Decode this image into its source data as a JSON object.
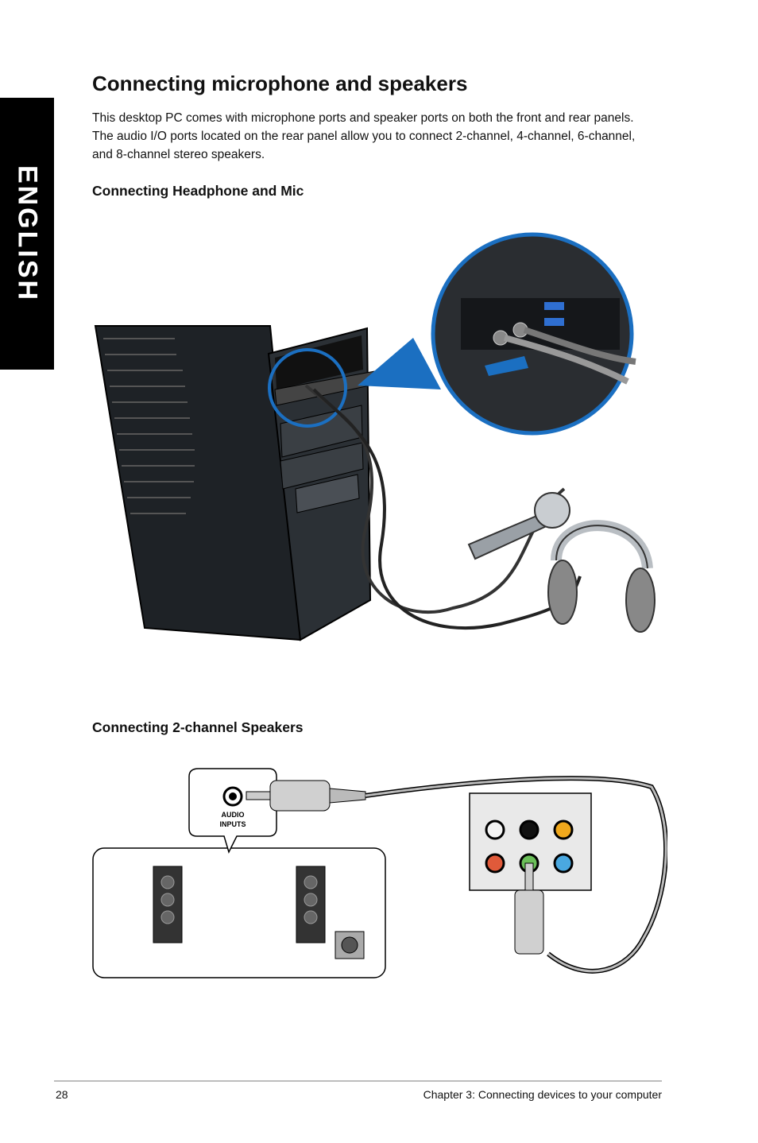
{
  "side_tab": "ENGLISH",
  "title": "Connecting microphone and speakers",
  "intro": "This desktop PC comes with microphone ports and speaker ports on both the front and rear panels. The audio I/O ports located on the rear panel allow you to connect 2-channel, 4-channel, 6-channel, and 8-channel stereo speakers.",
  "section1": "Connecting Headphone and Mic",
  "section2": "Connecting 2-channel Speakers",
  "figure2": {
    "audio_inputs_line1": "AUDIO",
    "audio_inputs_line2": "INPUTS"
  },
  "footer": {
    "page": "28",
    "chapter": "Chapter 3: Connecting devices to your computer"
  }
}
